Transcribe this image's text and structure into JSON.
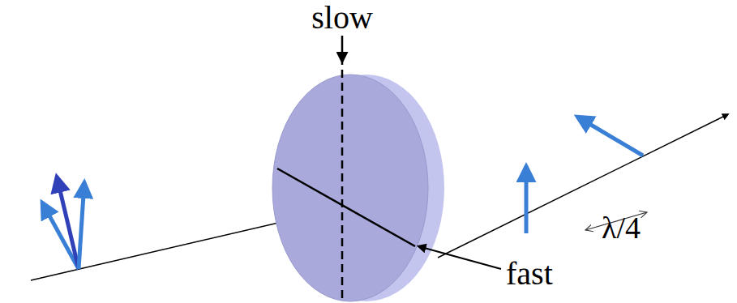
{
  "diagram": {
    "labels": [
      "slow",
      "fast",
      "λ/4"
    ]
  }
}
